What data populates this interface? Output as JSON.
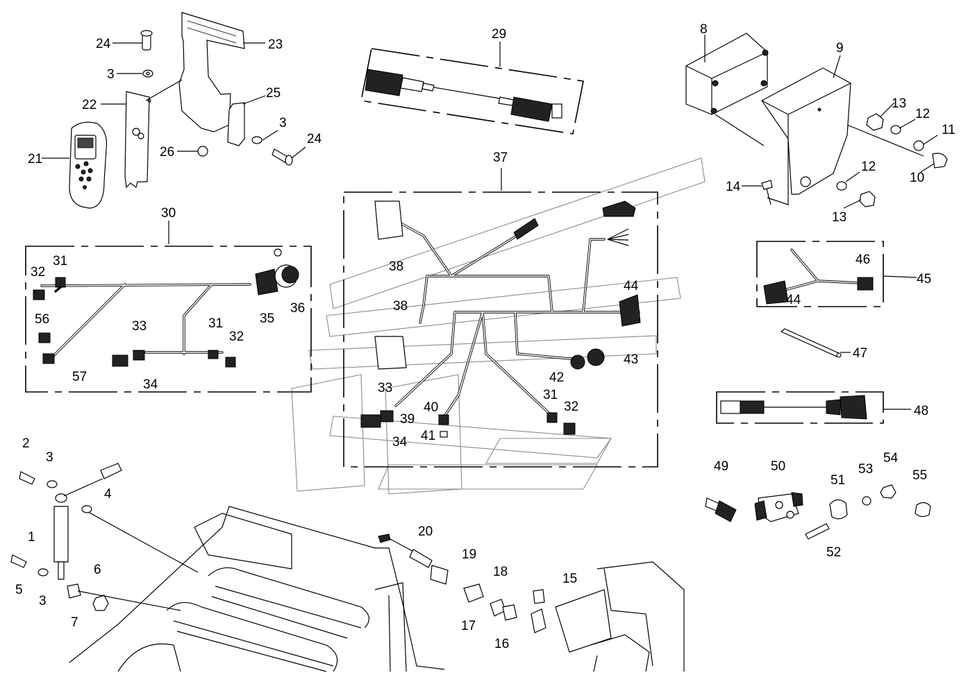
{
  "diagram": {
    "callouts": [
      "1",
      "2",
      "3",
      "3",
      "3",
      "3",
      "4",
      "5",
      "6",
      "7",
      "8",
      "9",
      "10",
      "11",
      "12",
      "12",
      "13",
      "13",
      "14",
      "15",
      "16",
      "17",
      "18",
      "19",
      "20",
      "21",
      "22",
      "23",
      "24",
      "24",
      "25",
      "26",
      "29",
      "30",
      "31",
      "31",
      "31",
      "32",
      "32",
      "32",
      "33",
      "33",
      "34",
      "34",
      "35",
      "36",
      "37",
      "38",
      "38",
      "39",
      "40",
      "41",
      "42",
      "43",
      "44",
      "44",
      "45",
      "46",
      "47",
      "48",
      "49",
      "50",
      "51",
      "52",
      "53",
      "54",
      "55",
      "56",
      "57"
    ]
  }
}
